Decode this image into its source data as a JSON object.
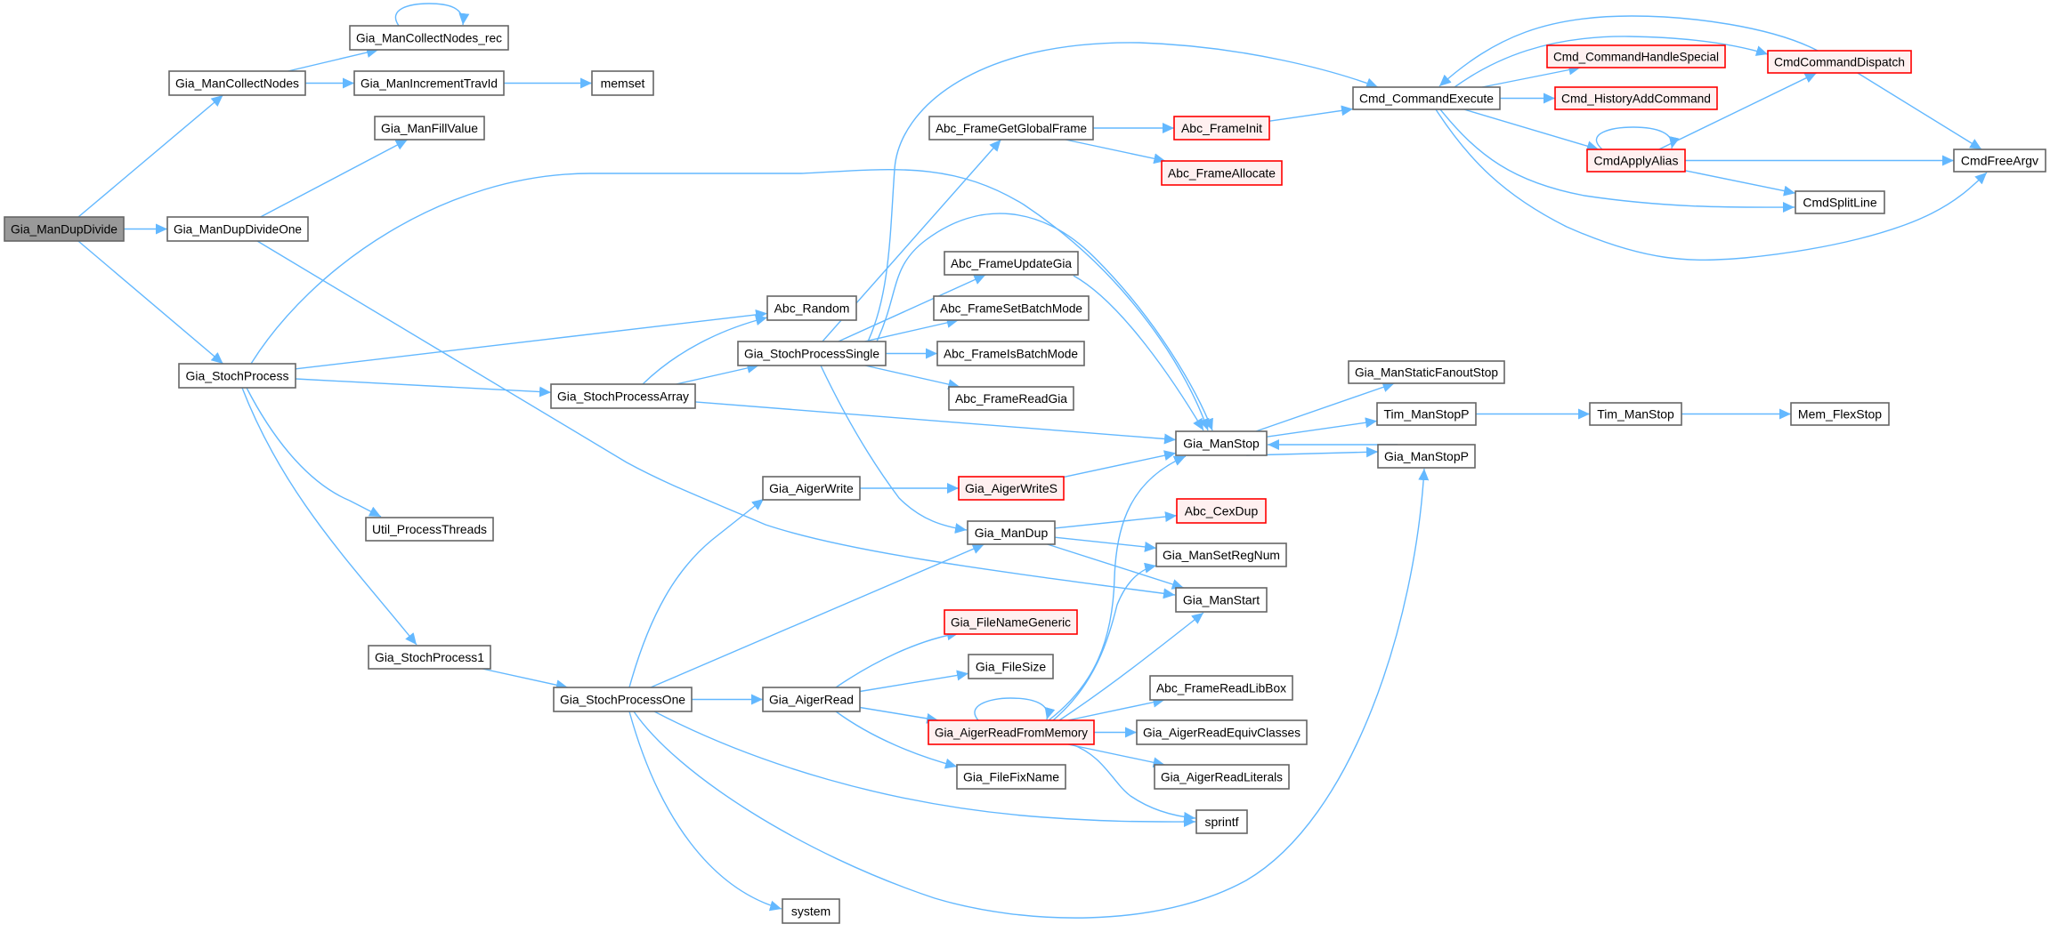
{
  "colors": {
    "edge": "#63b8ff",
    "node_border": "#666666",
    "node_fill": "#ffffff",
    "root_fill": "#999999",
    "truncated_border": "#ff0000",
    "truncated_fill": "#fff0f0"
  },
  "nodes": [
    {
      "label": "Gia_ManDupDivide",
      "kind": "root"
    },
    {
      "label": "Gia_ManCollectNodes",
      "kind": "normal"
    },
    {
      "label": "Gia_ManCollectNodes_rec",
      "kind": "normal"
    },
    {
      "label": "Gia_ManIncrementTravId",
      "kind": "normal"
    },
    {
      "label": "memset",
      "kind": "normal"
    },
    {
      "label": "Gia_ManFillValue",
      "kind": "normal"
    },
    {
      "label": "Gia_ManDupDivideOne",
      "kind": "normal"
    },
    {
      "label": "Gia_StochProcess",
      "kind": "normal"
    },
    {
      "label": "Gia_StochProcessArray",
      "kind": "normal"
    },
    {
      "label": "Util_ProcessThreads",
      "kind": "normal"
    },
    {
      "label": "Gia_StochProcess1",
      "kind": "normal"
    },
    {
      "label": "Gia_StochProcessOne",
      "kind": "normal"
    },
    {
      "label": "Abc_Random",
      "kind": "normal"
    },
    {
      "label": "Gia_StochProcessSingle",
      "kind": "normal"
    },
    {
      "label": "Abc_FrameGetGlobalFrame",
      "kind": "normal"
    },
    {
      "label": "Abc_FrameInit",
      "kind": "truncated"
    },
    {
      "label": "Abc_FrameAllocate",
      "kind": "truncated"
    },
    {
      "label": "Abc_FrameUpdateGia",
      "kind": "normal"
    },
    {
      "label": "Abc_FrameSetBatchMode",
      "kind": "normal"
    },
    {
      "label": "Abc_FrameIsBatchMode",
      "kind": "normal"
    },
    {
      "label": "Abc_FrameReadGia",
      "kind": "normal"
    },
    {
      "label": "Gia_ManStop",
      "kind": "normal"
    },
    {
      "label": "Cmd_CommandExecute",
      "kind": "normal"
    },
    {
      "label": "Cmd_CommandHandleSpecial",
      "kind": "truncated"
    },
    {
      "label": "CmdCommandDispatch",
      "kind": "truncated"
    },
    {
      "label": "Cmd_HistoryAddCommand",
      "kind": "truncated"
    },
    {
      "label": "CmdApplyAlias",
      "kind": "truncated"
    },
    {
      "label": "CmdFreeArgv",
      "kind": "normal"
    },
    {
      "label": "CmdSplitLine",
      "kind": "normal"
    },
    {
      "label": "Gia_ManStaticFanoutStop",
      "kind": "normal"
    },
    {
      "label": "Tim_ManStopP",
      "kind": "normal"
    },
    {
      "label": "Tim_ManStop",
      "kind": "normal"
    },
    {
      "label": "Mem_FlexStop",
      "kind": "normal"
    },
    {
      "label": "Gia_ManStopP",
      "kind": "normal"
    },
    {
      "label": "Gia_AigerWrite",
      "kind": "normal"
    },
    {
      "label": "Gia_AigerWriteS",
      "kind": "truncated"
    },
    {
      "label": "Abc_CexDup",
      "kind": "truncated"
    },
    {
      "label": "Gia_ManDup",
      "kind": "normal"
    },
    {
      "label": "Gia_ManSetRegNum",
      "kind": "normal"
    },
    {
      "label": "Gia_ManStart",
      "kind": "normal"
    },
    {
      "label": "Gia_FileNameGeneric",
      "kind": "truncated"
    },
    {
      "label": "Gia_FileSize",
      "kind": "normal"
    },
    {
      "label": "Abc_FrameReadLibBox",
      "kind": "normal"
    },
    {
      "label": "Gia_AigerRead",
      "kind": "normal"
    },
    {
      "label": "Gia_AigerReadFromMemory",
      "kind": "truncated"
    },
    {
      "label": "Gia_AigerReadEquivClasses",
      "kind": "normal"
    },
    {
      "label": "Gia_FileFixName",
      "kind": "normal"
    },
    {
      "label": "Gia_AigerReadLiterals",
      "kind": "normal"
    },
    {
      "label": "sprintf",
      "kind": "normal"
    },
    {
      "label": "system",
      "kind": "normal"
    }
  ],
  "edges": [
    [
      "Gia_ManDupDivide",
      "Gia_ManCollectNodes"
    ],
    [
      "Gia_ManDupDivide",
      "Gia_ManDupDivideOne"
    ],
    [
      "Gia_ManDupDivide",
      "Gia_StochProcess"
    ],
    [
      "Gia_ManCollectNodes",
      "Gia_ManCollectNodes_rec"
    ],
    [
      "Gia_ManCollectNodes",
      "Gia_ManIncrementTravId"
    ],
    [
      "Gia_ManCollectNodes_rec",
      "Gia_ManCollectNodes_rec"
    ],
    [
      "Gia_ManIncrementTravId",
      "memset"
    ],
    [
      "Gia_ManDupDivideOne",
      "Gia_ManFillValue"
    ],
    [
      "Gia_ManDupDivideOne",
      "Gia_ManStart"
    ],
    [
      "Gia_StochProcess",
      "Abc_Random"
    ],
    [
      "Gia_StochProcess",
      "Gia_StochProcessArray"
    ],
    [
      "Gia_StochProcess",
      "Gia_ManStop"
    ],
    [
      "Gia_StochProcess",
      "Util_ProcessThreads"
    ],
    [
      "Gia_StochProcess",
      "Gia_StochProcess1"
    ],
    [
      "Gia_StochProcessArray",
      "Abc_Random"
    ],
    [
      "Gia_StochProcessArray",
      "Gia_StochProcessSingle"
    ],
    [
      "Gia_StochProcessArray",
      "Gia_ManStop"
    ],
    [
      "Gia_StochProcess1",
      "Gia_StochProcessOne"
    ],
    [
      "Gia_StochProcessSingle",
      "Abc_FrameGetGlobalFrame"
    ],
    [
      "Gia_StochProcessSingle",
      "Cmd_CommandExecute"
    ],
    [
      "Gia_StochProcessSingle",
      "Gia_ManStop"
    ],
    [
      "Gia_StochProcessSingle",
      "Abc_FrameUpdateGia"
    ],
    [
      "Gia_StochProcessSingle",
      "Abc_FrameSetBatchMode"
    ],
    [
      "Gia_StochProcessSingle",
      "Abc_FrameIsBatchMode"
    ],
    [
      "Gia_StochProcessSingle",
      "Abc_FrameReadGia"
    ],
    [
      "Gia_StochProcessSingle",
      "Gia_ManDup"
    ],
    [
      "Abc_FrameGetGlobalFrame",
      "Abc_FrameInit"
    ],
    [
      "Abc_FrameGetGlobalFrame",
      "Abc_FrameAllocate"
    ],
    [
      "Abc_FrameInit",
      "Cmd_CommandExecute"
    ],
    [
      "Abc_FrameUpdateGia",
      "Gia_ManStop"
    ],
    [
      "Cmd_CommandExecute",
      "Cmd_CommandHandleSpecial"
    ],
    [
      "Cmd_CommandExecute",
      "CmdCommandDispatch"
    ],
    [
      "Cmd_CommandExecute",
      "Cmd_HistoryAddCommand"
    ],
    [
      "Cmd_CommandExecute",
      "CmdApplyAlias"
    ],
    [
      "Cmd_CommandExecute",
      "CmdSplitLine"
    ],
    [
      "Cmd_CommandExecute",
      "CmdFreeArgv"
    ],
    [
      "CmdCommandDispatch",
      "Cmd_CommandExecute"
    ],
    [
      "CmdCommandDispatch",
      "CmdFreeArgv"
    ],
    [
      "CmdApplyAlias",
      "CmdApplyAlias"
    ],
    [
      "CmdApplyAlias",
      "CmdCommandDispatch"
    ],
    [
      "CmdApplyAlias",
      "CmdFreeArgv"
    ],
    [
      "CmdApplyAlias",
      "CmdSplitLine"
    ],
    [
      "Gia_ManStop",
      "Gia_ManStaticFanoutStop"
    ],
    [
      "Gia_ManStop",
      "Tim_ManStopP"
    ],
    [
      "Gia_ManStop",
      "Gia_ManStopP"
    ],
    [
      "Gia_ManStopP",
      "Gia_ManStop"
    ],
    [
      "Tim_ManStopP",
      "Tim_ManStop"
    ],
    [
      "Tim_ManStop",
      "Mem_FlexStop"
    ],
    [
      "Gia_StochProcessOne",
      "Gia_AigerWrite"
    ],
    [
      "Gia_StochProcessOne",
      "Gia_ManDup"
    ],
    [
      "Gia_StochProcessOne",
      "Gia_AigerRead"
    ],
    [
      "Gia_StochProcessOne",
      "sprintf"
    ],
    [
      "Gia_StochProcessOne",
      "system"
    ],
    [
      "Gia_StochProcessOne",
      "Gia_ManStopP"
    ],
    [
      "Gia_AigerWrite",
      "Gia_AigerWriteS"
    ],
    [
      "Gia_AigerWriteS",
      "Gia_ManStop"
    ],
    [
      "Gia_ManDup",
      "Abc_CexDup"
    ],
    [
      "Gia_ManDup",
      "Gia_ManSetRegNum"
    ],
    [
      "Gia_ManDup",
      "Gia_ManStart"
    ],
    [
      "Gia_AigerRead",
      "Gia_FileNameGeneric"
    ],
    [
      "Gia_AigerRead",
      "Gia_FileSize"
    ],
    [
      "Gia_AigerRead",
      "Gia_AigerReadFromMemory"
    ],
    [
      "Gia_AigerRead",
      "Gia_FileFixName"
    ],
    [
      "Gia_AigerReadFromMemory",
      "Gia_AigerReadFromMemory"
    ],
    [
      "Gia_AigerReadFromMemory",
      "Gia_ManStop"
    ],
    [
      "Gia_AigerReadFromMemory",
      "Gia_ManSetRegNum"
    ],
    [
      "Gia_AigerReadFromMemory",
      "Gia_ManStart"
    ],
    [
      "Gia_AigerReadFromMemory",
      "Abc_FrameReadLibBox"
    ],
    [
      "Gia_AigerReadFromMemory",
      "Gia_AigerReadEquivClasses"
    ],
    [
      "Gia_AigerReadFromMemory",
      "Gia_AigerReadLiterals"
    ],
    [
      "Gia_AigerReadFromMemory",
      "sprintf"
    ]
  ]
}
